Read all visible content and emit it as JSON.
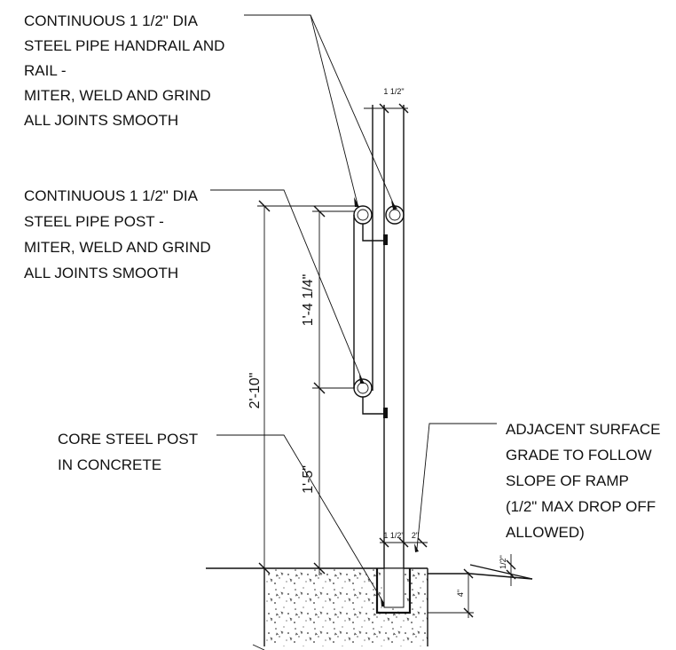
{
  "notes": {
    "handrail": [
      "CONTINUOUS 1 1/2\" DIA",
      "STEEL PIPE HANDRAIL AND",
      "RAIL -",
      "MITER, WELD AND GRIND",
      "ALL JOINTS SMOOTH"
    ],
    "post": [
      "CONTINUOUS 1 1/2\" DIA",
      "STEEL PIPE POST -",
      "MITER, WELD AND GRIND",
      "ALL JOINTS SMOOTH"
    ],
    "core": [
      "CORE STEEL POST",
      "IN CONCRETE"
    ],
    "surface": [
      "ADJACENT SURFACE",
      "GRADE TO FOLLOW",
      "SLOPE OF RAMP",
      "(1/2\" MAX DROP OFF",
      "ALLOWED)"
    ]
  },
  "dimensions": {
    "overall_height": "2'-10\"",
    "rail_spacing": "1'-4 1/4\"",
    "lower_rail_height": "1'-5\"",
    "pipe_width_top": "1 1/2\"",
    "pipe_width_base": "1 1/2\"",
    "edge_offset": "2\"",
    "drop_off": "1/2\"",
    "slab_depth": "4\""
  },
  "colors": {
    "line": "#111111",
    "background": "#ffffff"
  }
}
